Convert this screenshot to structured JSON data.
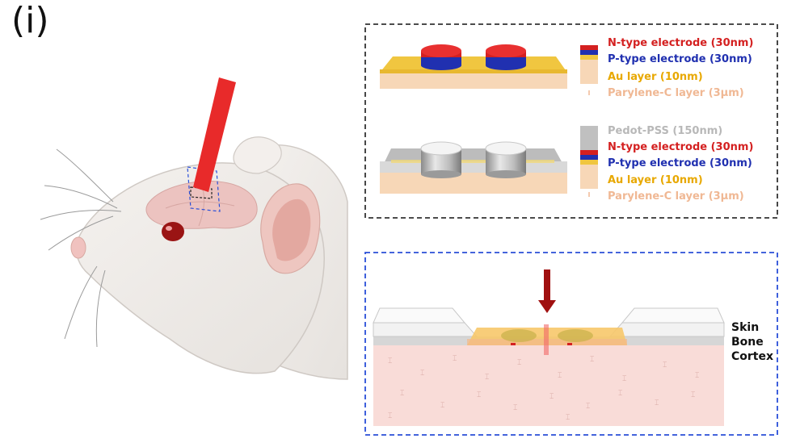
{
  "panel_label": "(i)",
  "top_box": {
    "stack1": {
      "layers": [
        {
          "key": "n",
          "text": "N-type electrode (30nm)",
          "color": "#d42020"
        },
        {
          "key": "p",
          "text": "P-type electrode (30nm)",
          "color": "#2030b0"
        },
        {
          "key": "au",
          "text": "Au layer (10nm)",
          "color": "#e8a800"
        },
        {
          "key": "pary",
          "text": "Parylene-C layer (3μm)",
          "color": "#f0b894"
        }
      ]
    },
    "stack2": {
      "layers": [
        {
          "key": "ped",
          "text": "Pedot-PSS (150nm)",
          "color": "#b8b8b8"
        },
        {
          "key": "n",
          "text": "N-type electrode (30nm)",
          "color": "#d42020"
        },
        {
          "key": "p",
          "text": "P-type electrode (30nm)",
          "color": "#2030b0"
        },
        {
          "key": "au",
          "text": "Au layer (10nm)",
          "color": "#e8a800"
        },
        {
          "key": "pary",
          "text": "Parylene-C layer (3μm)",
          "color": "#f0b894"
        }
      ]
    }
  },
  "bottom_box": {
    "labels": {
      "skin": "Skin",
      "bone": "Bone",
      "cortex": "Cortex"
    }
  },
  "colors": {
    "dashed_black": "#333333",
    "dashed_blue": "#2a4fd8",
    "laser": "#e82a2a",
    "arrow": "#a01010"
  }
}
